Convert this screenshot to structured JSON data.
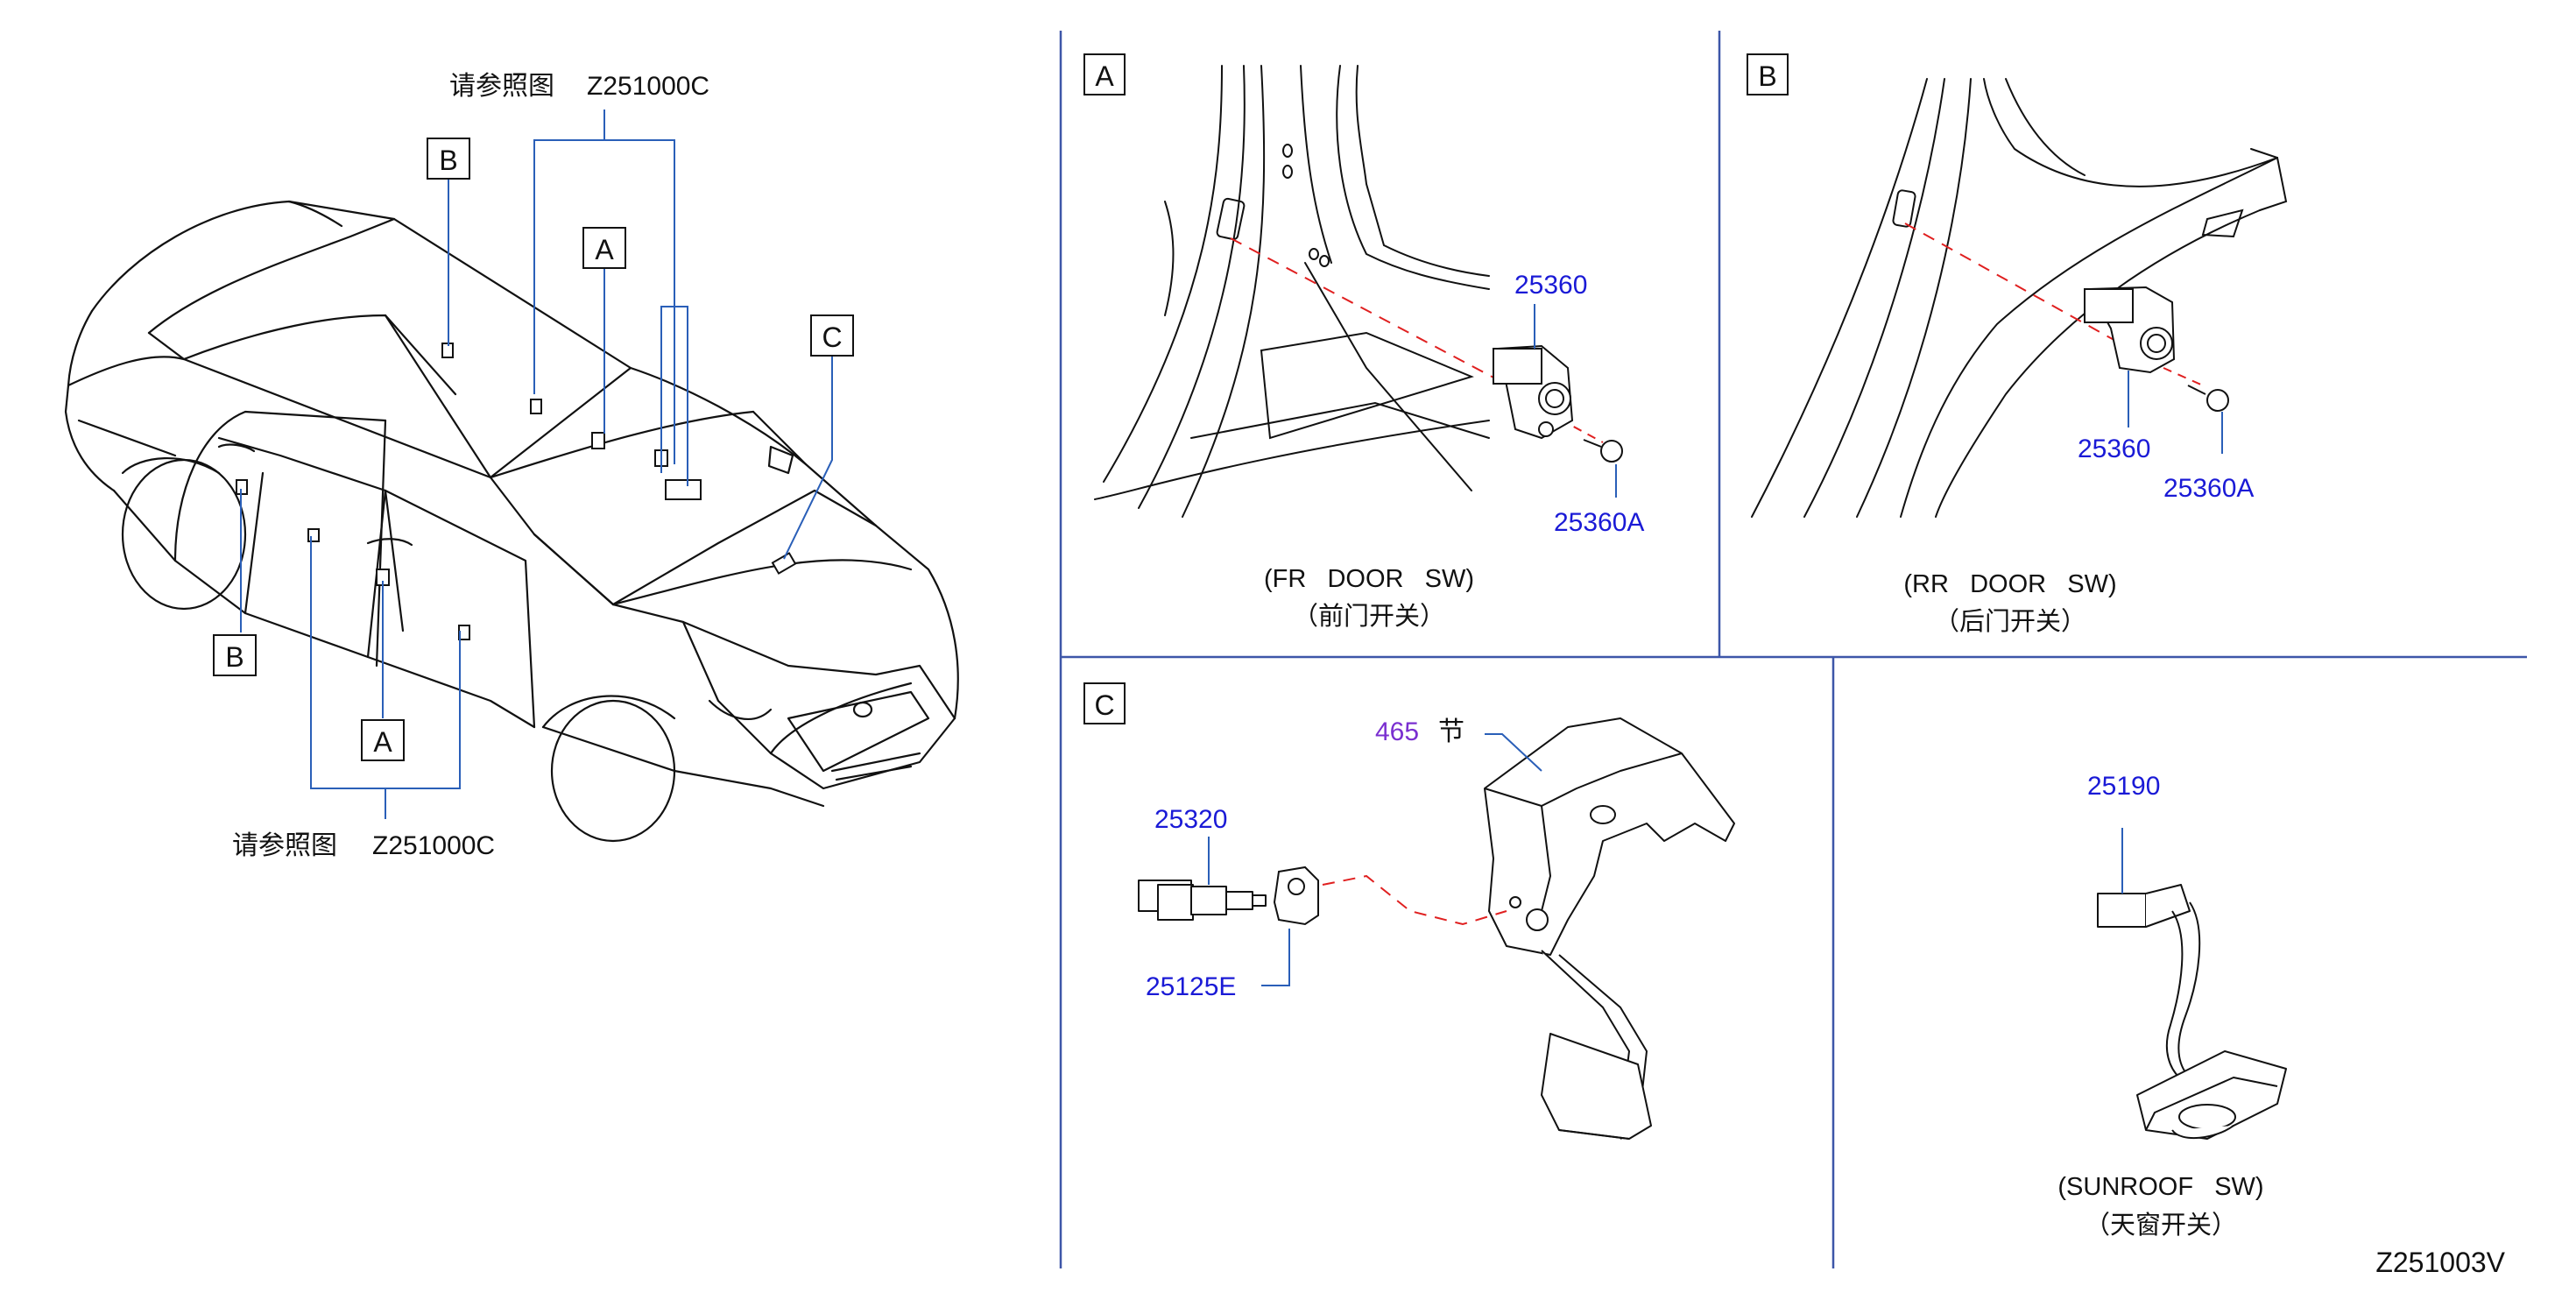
{
  "diagram_code": "Z251003V",
  "overview": {
    "refer_top": {
      "text": "请参照图",
      "code": "Z251000C"
    },
    "refer_bottom": {
      "text": "请参照图",
      "code": "Z251000C"
    },
    "callout_A_top": "A",
    "callout_A_bottom": "A",
    "callout_B_top": "B",
    "callout_B_bottom": "B",
    "callout_C": "C"
  },
  "panel_A": {
    "tag": "A",
    "parts": [
      "25360",
      "25360A"
    ],
    "caption_en": "(FR   DOOR   SW)",
    "caption_cn": "（前门开关）"
  },
  "panel_B": {
    "tag": "B",
    "parts": [
      "25360",
      "25360A"
    ],
    "caption_en": "(RR   DOOR   SW)",
    "caption_cn": "（后门开关）"
  },
  "panel_C": {
    "tag": "C",
    "parts": [
      "465",
      "25320",
      "25125E"
    ],
    "note": "节"
  },
  "panel_D": {
    "parts": [
      "25190"
    ],
    "caption_en": "(SUNROOF   SW)",
    "caption_cn": "（天窗开关）"
  },
  "colors": {
    "part_number": "#1a1ad6",
    "part_465": "#7a2fd0",
    "leader": "#2a5fb8",
    "divider": "#3d56a8",
    "dash": "#e02020",
    "ink": "#111111"
  }
}
